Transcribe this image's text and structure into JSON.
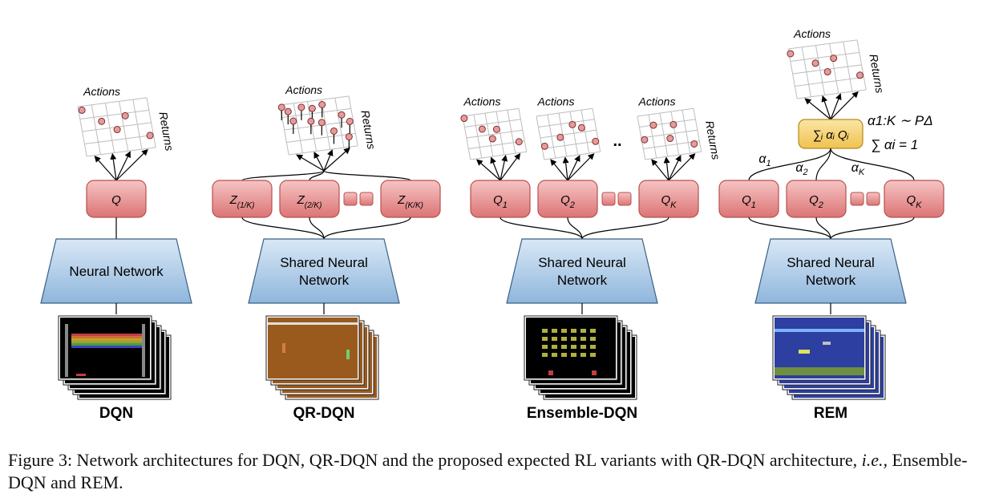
{
  "caption": {
    "prefix": "Figure 3: Network architectures for DQN, QR-DQN and the proposed expected RL variants with QR-DQN architecture, ",
    "ie": "i.e.,",
    "suffix": " Ensemble-DQN and REM."
  },
  "colors": {
    "head_fill": "#e88a8a",
    "head_stroke": "#b85050",
    "network_fill": "#a9cbe8",
    "network_stroke": "#3b5f85",
    "combiner_fill": "#f5d57a",
    "point_fill": "#e89a9a"
  },
  "panels": [
    {
      "title": "DQN",
      "network_lines": [
        "Neural Network"
      ],
      "heads": [
        {
          "main": "Q",
          "sub": ""
        }
      ],
      "grids": [
        {
          "actions": "Actions",
          "returns": "Returns"
        }
      ],
      "game": "breakout"
    },
    {
      "title": "QR-DQN",
      "network_lines": [
        "Shared Neural",
        "Network"
      ],
      "heads": [
        {
          "main": "Z",
          "sub": "(1/K)"
        },
        {
          "main": "Z",
          "sub": "(2/K)"
        },
        {
          "main": "Z",
          "sub": "(K/K)"
        }
      ],
      "grids": [
        {
          "actions": "Actions",
          "returns": "Returns"
        }
      ],
      "game": "pong"
    },
    {
      "title": "Ensemble-DQN",
      "network_lines": [
        "Shared Neural",
        "Network"
      ],
      "heads": [
        {
          "main": "Q",
          "sub": "1"
        },
        {
          "main": "Q",
          "sub": "2"
        },
        {
          "main": "Q",
          "sub": "K"
        }
      ],
      "grids": [
        {
          "actions": "Actions",
          "returns": ""
        },
        {
          "actions": "Actions",
          "returns": ""
        },
        {
          "actions": "Actions",
          "returns": "Returns"
        }
      ],
      "grid_ellipsis": "..",
      "game": "invaders"
    },
    {
      "title": "REM",
      "network_lines": [
        "Shared Neural",
        "Network"
      ],
      "heads": [
        {
          "main": "Q",
          "sub": "1"
        },
        {
          "main": "Q",
          "sub": "2"
        },
        {
          "main": "Q",
          "sub": "K"
        }
      ],
      "grids": [
        {
          "actions": "Actions",
          "returns": "Returns"
        }
      ],
      "combiner": "∑ᵢ αᵢ Qᵢ",
      "alpha_labels": [
        "α",
        "α",
        "α"
      ],
      "alpha_subs": [
        "1",
        "2",
        "K"
      ],
      "formula_line1": "α1:K ∼ PΔ",
      "formula_line2": "∑ αi = 1",
      "game": "seaquest"
    }
  ]
}
